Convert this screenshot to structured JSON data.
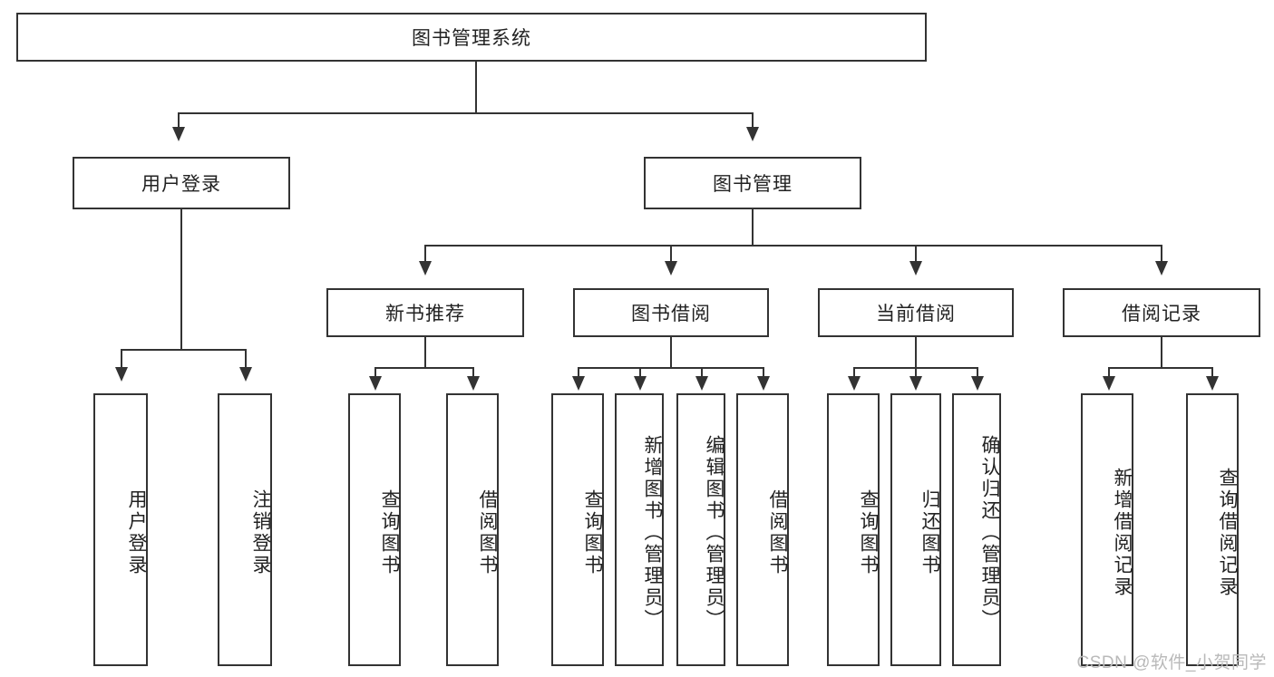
{
  "diagram": {
    "title": "图书管理系统",
    "type": "hierarchy-tree",
    "watermark": "CSDN @软件_小贺同学",
    "colors": {
      "background": "#ffffff",
      "stroke": "#333333",
      "text": "#222222",
      "watermark": "#b9b9b9"
    },
    "root": {
      "label": "图书管理系统"
    },
    "level2": [
      {
        "label": "用户登录"
      },
      {
        "label": "图书管理"
      }
    ],
    "level3": [
      {
        "label": "新书推荐"
      },
      {
        "label": "图书借阅"
      },
      {
        "label": "当前借阅"
      },
      {
        "label": "借阅记录"
      }
    ],
    "leaves": {
      "user_login": [
        {
          "label": "用户登录"
        },
        {
          "label": "注销登录"
        }
      ],
      "new_book_recommend": [
        {
          "label": "查询图书"
        },
        {
          "label": "借阅图书"
        }
      ],
      "book_borrow": [
        {
          "label": "查询图书"
        },
        {
          "label": "新增图书（管理员）"
        },
        {
          "label": "编辑图书（管理员）"
        },
        {
          "label": "借阅图书"
        }
      ],
      "current_borrow": [
        {
          "label": "查询图书"
        },
        {
          "label": "归还图书"
        },
        {
          "label": "确认归还（管理员）"
        }
      ],
      "borrow_record": [
        {
          "label": "新增借阅记录"
        },
        {
          "label": "查询借阅记录"
        }
      ]
    }
  }
}
